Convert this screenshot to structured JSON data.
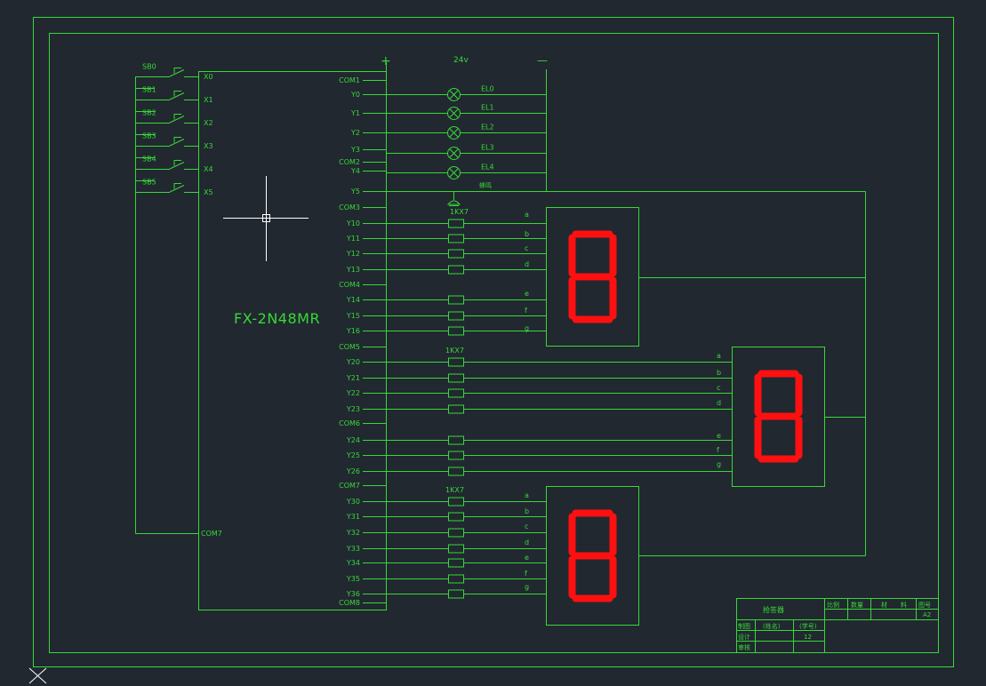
{
  "colors": {
    "background": "#212830",
    "line": "#38d838",
    "segment": "#ff1010",
    "cursor": "#ffffff"
  },
  "plc": {
    "model": "FX-2N48MR"
  },
  "power": {
    "plus": "+",
    "voltage": "24v",
    "minus": "—"
  },
  "switches": [
    "SB0",
    "SB1",
    "SB2",
    "SB3",
    "SB4",
    "SB5"
  ],
  "inputs": [
    "X0",
    "X1",
    "X2",
    "X3",
    "X4",
    "X5"
  ],
  "input_com": "COM7",
  "outputs": [
    "COM1",
    "Y0",
    "Y1",
    "Y2",
    "Y3",
    "COM2",
    "Y4",
    "Y5",
    "COM3",
    "Y10",
    "Y11",
    "Y12",
    "Y13",
    "COM4",
    "Y14",
    "Y15",
    "Y16",
    "COM5",
    "Y20",
    "Y21",
    "Y22",
    "Y23",
    "COM6",
    "Y24",
    "Y25",
    "Y26",
    "COM7",
    "Y30",
    "Y31",
    "Y32",
    "Y33",
    "Y34",
    "Y35",
    "Y36",
    "COM8"
  ],
  "lamps": [
    "EL0",
    "EL1",
    "EL2",
    "EL3",
    "EL4"
  ],
  "buzzer": "蜂鸣",
  "resistor_label": "1KX7",
  "segments": [
    "a",
    "b",
    "c",
    "d",
    "e",
    "f",
    "g"
  ],
  "title_block": {
    "title": "抢答器",
    "h_ratio": "比例",
    "h_qty": "数量",
    "h_mat1": "材",
    "h_mat2": "料",
    "h_drawno": "图号",
    "drawno": "A2",
    "r1a": "制图",
    "r1b": "(姓名)",
    "r1c": "(学号)",
    "r2a": "设计",
    "r2c": "12",
    "r3a": "审核"
  }
}
